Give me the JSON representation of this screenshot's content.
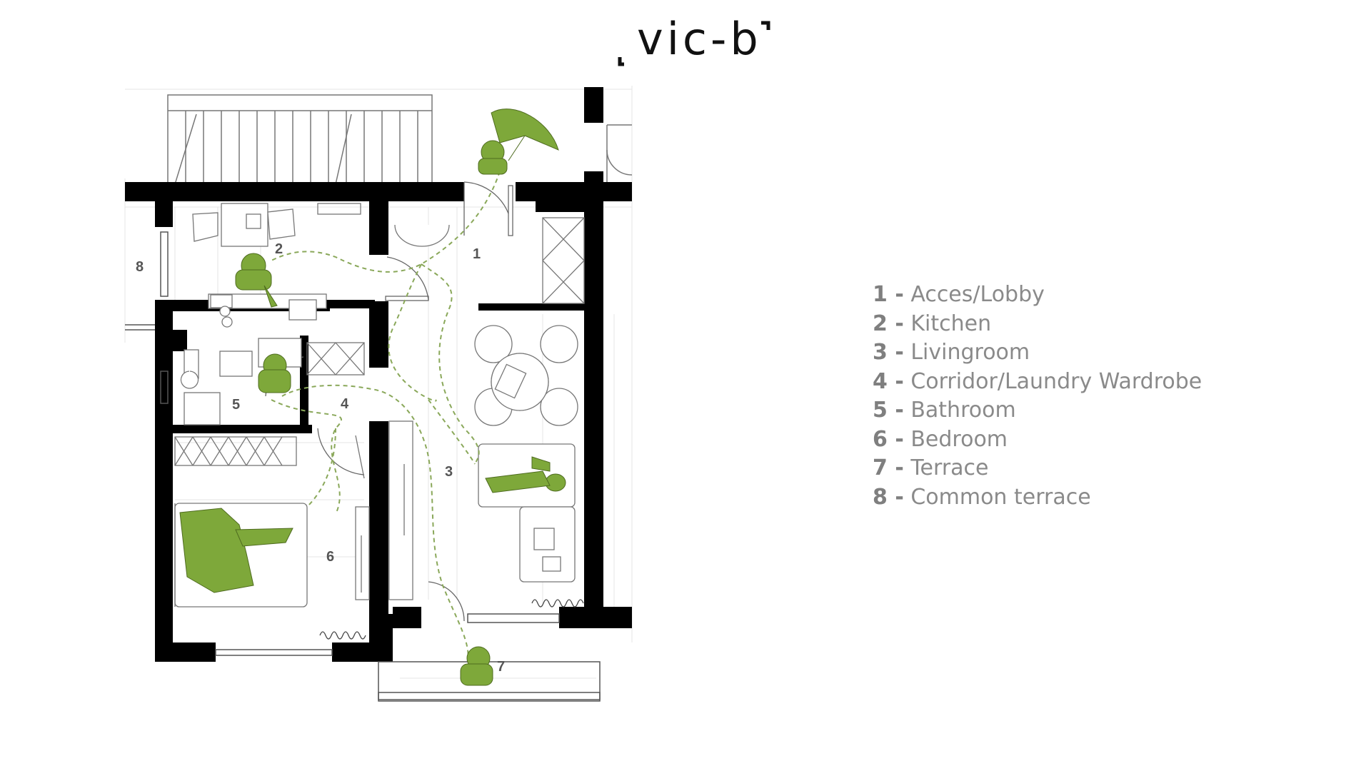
{
  "brand": {
    "logo_text": "vic-b"
  },
  "colors": {
    "wall": "#000000",
    "figure": "#7ea83a",
    "path": "#8aa85a",
    "line": "#9a9a9a",
    "legend_text": "#8a8a8a"
  },
  "room_labels": [
    "1",
    "2",
    "3",
    "4",
    "5",
    "6",
    "7",
    "8"
  ],
  "legend": [
    {
      "num": "1 -",
      "label": "Acces/Lobby"
    },
    {
      "num": "2 -",
      "label": "Kitchen"
    },
    {
      "num": "3 -",
      "label": "Livingroom"
    },
    {
      "num": "4 -",
      "label": "Corridor/Laundry Wardrobe"
    },
    {
      "num": "5 -",
      "label": "Bathroom"
    },
    {
      "num": "6 -",
      "label": "Bedroom"
    },
    {
      "num": "7 -",
      "label": "Terrace"
    },
    {
      "num": "8 -",
      "label": "Common terrace"
    }
  ]
}
